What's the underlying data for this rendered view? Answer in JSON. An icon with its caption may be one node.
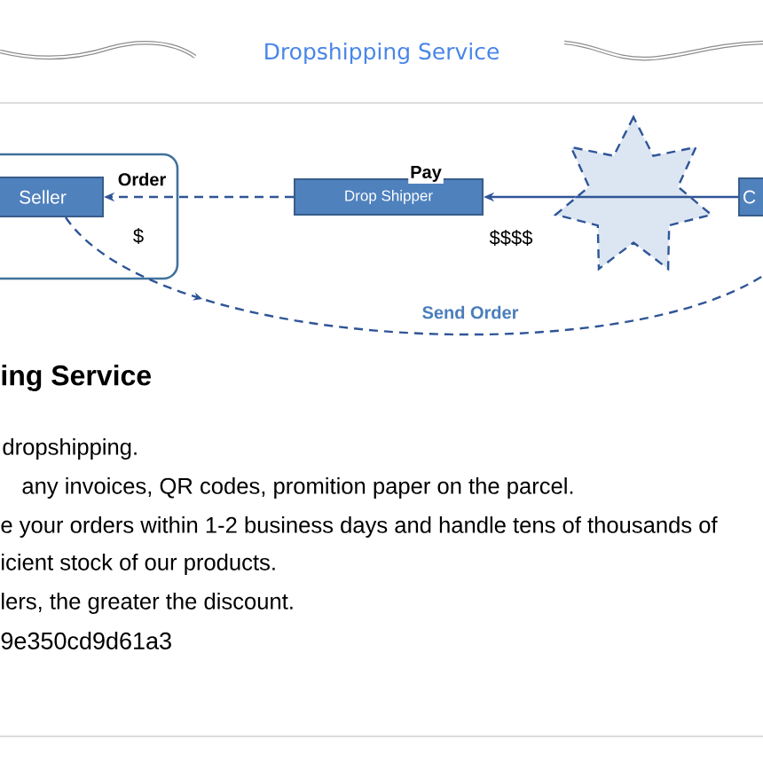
{
  "diagram": {
    "title": "Dropshipping Service",
    "nodes": [
      {
        "text": [],
        "shape": "box"
      },
      {
        "text": [
          "Seller"
        ],
        "in": 0
      },
      {
        "text": [
          "Drop Shipper"
        ]
      },
      {
        "text": [],
        "shape": "star"
      },
      {
        "text": [
          "C"
        ]
      }
    ],
    "edges": [
      {
        "from": 2,
        "to": 1,
        "arrow": "to",
        "style": "dashed",
        "label": "Order"
      },
      {
        "from": 4,
        "to": 3,
        "arrow": "none"
      },
      {
        "from": 3,
        "to": 2,
        "arrow": "to",
        "label": "Pay"
      },
      {
        "from": 1,
        "to": 4,
        "arrow": "to",
        "style": "dashed",
        "label": "Send Order"
      }
    ],
    "labels": [
      "$",
      "$$$$",
      "ing Service",
      "dropshipping.",
      "any invoices, QR codes, promition paper on the parcel.",
      "e your orders within 1-2 business days and handle tens of thousands of",
      "icient stock of our products.",
      "lers, the greater the discount.",
      "9e350cd9d61a3"
    ]
  }
}
